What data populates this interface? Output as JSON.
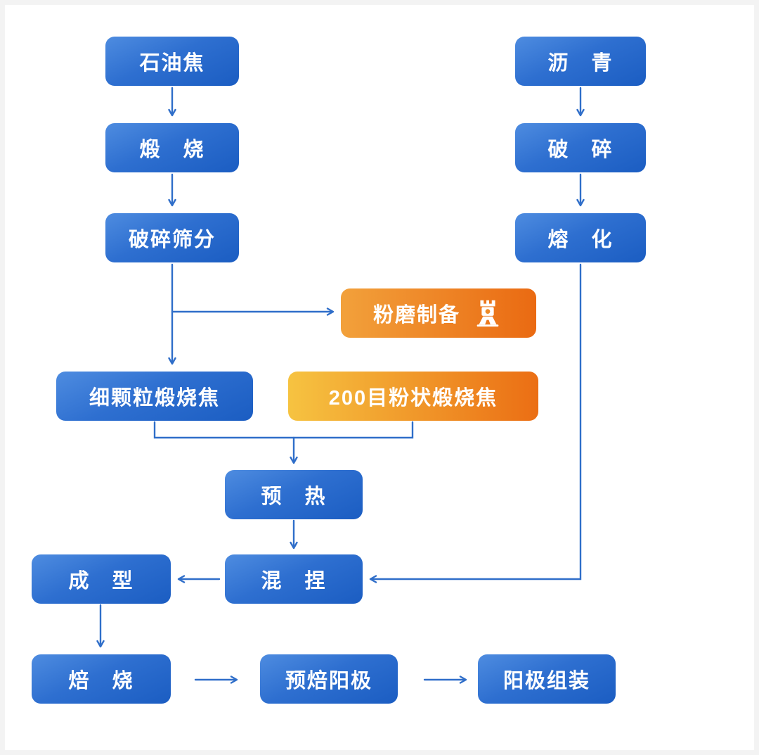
{
  "diagram": {
    "nodes": {
      "petroleum_coke": "石油焦",
      "calcine": "煅　烧",
      "crush_screen": "破碎筛分",
      "pitch": "沥　青",
      "crush": "破　碎",
      "melt": "熔　化",
      "grinding_prep": "粉磨制备",
      "fine_coke": "细颗粒煅烧焦",
      "powder_coke": "200目粉状煅烧焦",
      "preheat": "预　热",
      "knead": "混　捏",
      "forming": "成　型",
      "baking": "焙　烧",
      "prebaked_anode": "预焙阳极",
      "anode_assembly": "阳极组装"
    },
    "colors": {
      "node_blue_top": "#4E8CE0",
      "node_blue_bottom": "#1B5DC2",
      "node_orange_left": "#F6C341",
      "node_orange_right": "#EA6A12",
      "arrow": "#2F6EC9",
      "text": "#FFFFFF",
      "background": "#FFFFFF"
    },
    "icons": {
      "grinding_prep_icon": "mill-icon"
    }
  }
}
